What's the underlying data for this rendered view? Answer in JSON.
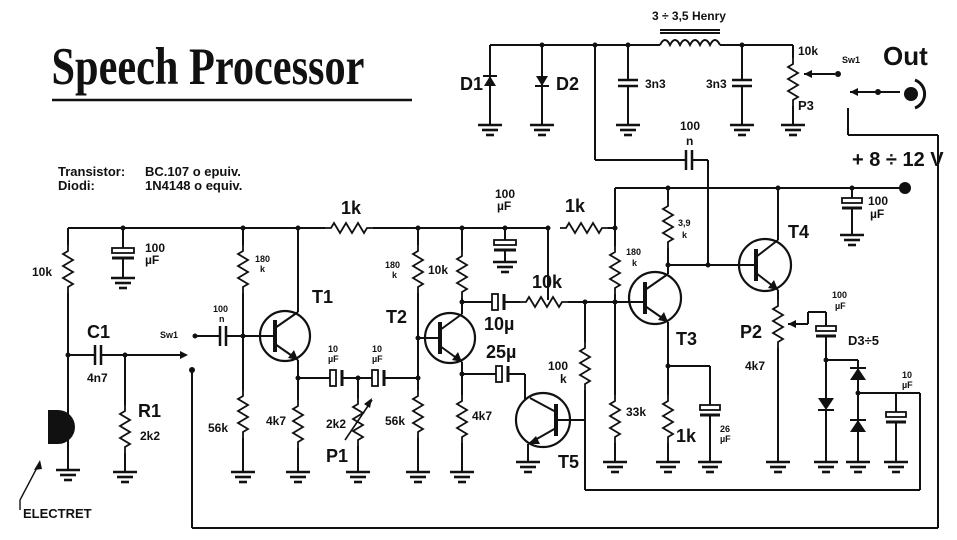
{
  "title": "Speech Processor",
  "notes": {
    "transistor_key": "Transistor:",
    "transistor_val": "BC.107 o epuiv.",
    "diode_key": "Diodi:",
    "diode_val": "1N4148 o equiv."
  },
  "inductor": "3 ÷ 3,5 Henry",
  "out": "Out",
  "supply": "+ 8 ÷ 12 V",
  "electret": "ELECTRET",
  "components": {
    "D1": "D1",
    "D2": "D2",
    "C3n3a": "3n3",
    "C3n3b": "3n3",
    "P3val": "10k",
    "P3": "P3",
    "sw1a": "Sw1",
    "sw1b": "Sw1",
    "C100n_top_a": "100",
    "C100n_top_b": "n",
    "R10k_in": "10k",
    "C100u_a": "100",
    "C100u_b": "µF",
    "C1": "C1",
    "C1val": "4n7",
    "R1": "R1",
    "R1val": "2k2",
    "R180a_a": "180",
    "R180a_b": "k",
    "R56a": "56k",
    "C100n_t1_a": "100",
    "C100n_t1_b": "n",
    "T1": "T1",
    "R4k7a": "4k7",
    "C10a_a": "10",
    "C10a_b": "µF",
    "C10b_a": "10",
    "C10b_b": "µF",
    "P1val": "2k2",
    "P1": "P1",
    "R1k_top": "1k",
    "R180b_a": "180",
    "R180b_b": "k",
    "T2": "T2",
    "R10k_t2": "10k",
    "R56b": "56k",
    "R4k7b": "4k7",
    "C100u2_a": "100",
    "C100u2_b": "µF",
    "C10u": "10µ",
    "R10k_mid": "10k",
    "C25u": "25µ",
    "R100k_a": "100",
    "R100k_b": "k",
    "T5": "T5",
    "R1k_2": "1k",
    "R180c_a": "180",
    "R180c_b": "k",
    "R33k": "33k",
    "T3": "T3",
    "R1k_t3": "1k",
    "C26_a": "26",
    "C26_b": "µF",
    "R3k9_a": "3,9",
    "R3k9_b": "k",
    "T4": "T4",
    "C100u3_a": "100",
    "C100u3_b": "µF",
    "P2": "P2",
    "P2val": "4k7",
    "C100u4_a": "100",
    "C100u4_b": "µF",
    "D35": "D3÷5",
    "C10c_a": "10",
    "C10c_b": "µF"
  }
}
